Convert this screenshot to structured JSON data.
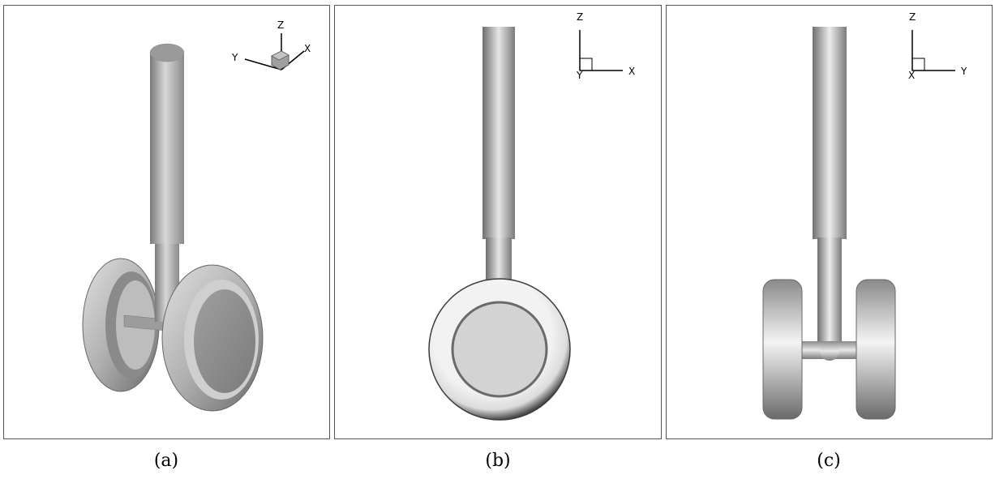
{
  "panels": [
    {
      "caption": "(a)",
      "view": "isometric",
      "triad": {
        "z": "Z",
        "h1": "Y",
        "h2": "X"
      }
    },
    {
      "caption": "(b)",
      "view": "side",
      "triad": {
        "z": "Z",
        "depth": "Y",
        "h": "X"
      }
    },
    {
      "caption": "(c)",
      "view": "front",
      "triad": {
        "z": "Z",
        "depth": "X",
        "h": "Y"
      }
    }
  ],
  "colors": {
    "metal_dark": "#6e6e6e",
    "metal_mid": "#a8a8a8",
    "metal_light": "#ececec",
    "hub": "#d3d3d3",
    "border": "#555555"
  }
}
